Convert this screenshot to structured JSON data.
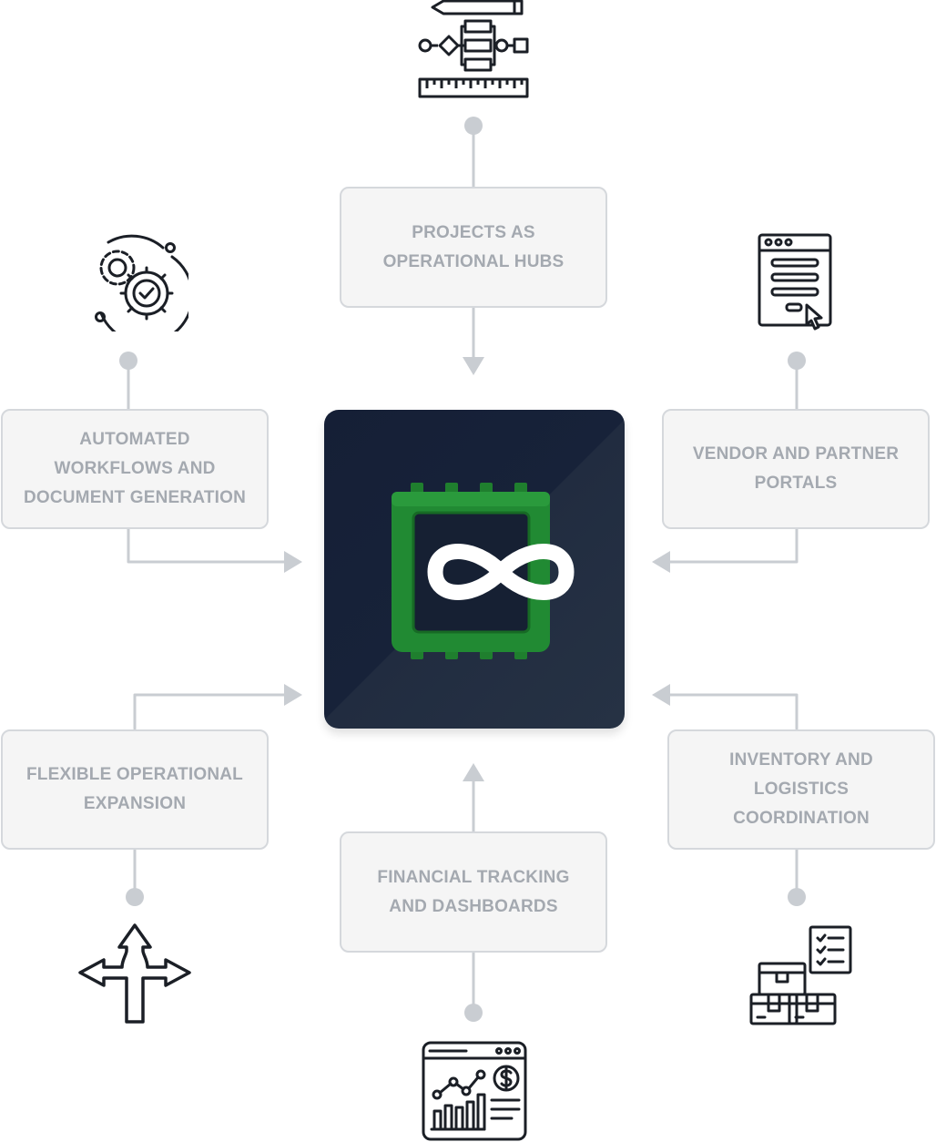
{
  "colors": {
    "hub_background": "#172239",
    "hub_logo_green": "#1f7f2e",
    "connector_gray": "#c9cdd2",
    "box_border": "#d5d8dc",
    "box_fill": "#f5f5f5",
    "box_text": "#a4a9b0",
    "icon_stroke": "#1b1f26"
  },
  "hub": {
    "logo": "green-chip-infinity-logo"
  },
  "nodes": [
    {
      "id": "projects",
      "label": "PROJECTS AS\nOPERATIONAL HUBS",
      "icon": "flowchart-blueprint-icon"
    },
    {
      "id": "automated",
      "label": "AUTOMATED\nWORKFLOWS AND\nDOCUMENT GENERATION",
      "icon": "gears-check-icon"
    },
    {
      "id": "vendor",
      "label": "VENDOR AND PARTNER\nPORTALS",
      "icon": "web-form-portal-icon"
    },
    {
      "id": "flexible",
      "label": "FLEXIBLE OPERATIONAL\nEXPANSION",
      "icon": "branching-arrows-icon"
    },
    {
      "id": "inventory",
      "label": "INVENTORY AND\nLOGISTICS\nCOORDINATION",
      "icon": "boxes-checklist-icon"
    },
    {
      "id": "financial",
      "label": "FINANCIAL TRACKING\nAND DASHBOARDS",
      "icon": "financial-dashboard-icon"
    }
  ]
}
